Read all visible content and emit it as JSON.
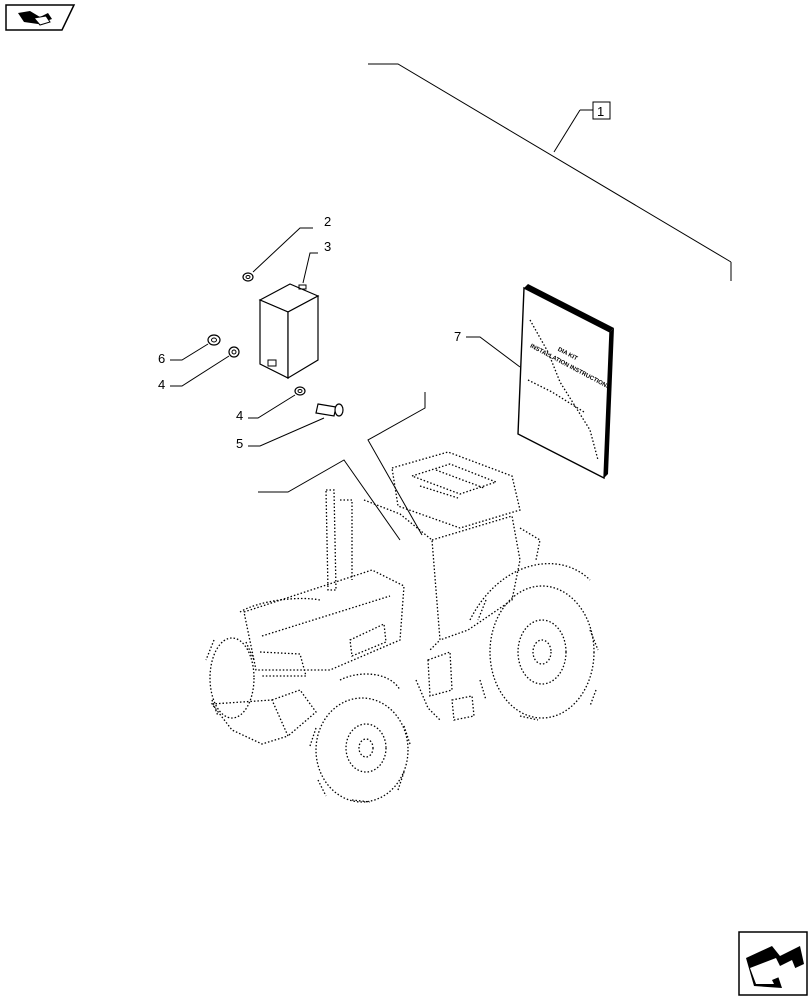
{
  "callouts": {
    "c1": "1",
    "c2": "2",
    "c3": "3",
    "c4a": "4",
    "c4b": "4",
    "c5": "5",
    "c6": "6",
    "c7": "7"
  },
  "manual": {
    "line1": "DIA KIT",
    "line2": "INSTALLATION INSTRUCTIONS"
  },
  "icons": {
    "top_left": "manual-page-icon",
    "bottom_right": "exit-arrow-icon"
  },
  "colors": {
    "ink": "#000000",
    "background": "#ffffff"
  }
}
